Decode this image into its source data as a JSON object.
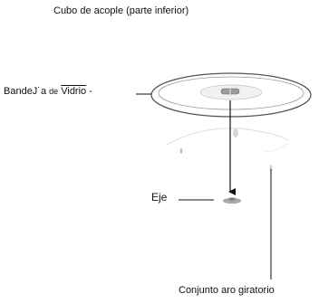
{
  "diagram": {
    "title": "Cubo de acople (parte inferior)",
    "tray_label": {
      "part1": "BandeJ˙a ",
      "part2": "de",
      "part3": "Vidrio",
      "part4": " -"
    },
    "axle_label": "Eje",
    "ring_label": "Conjunto aro giratorio"
  }
}
